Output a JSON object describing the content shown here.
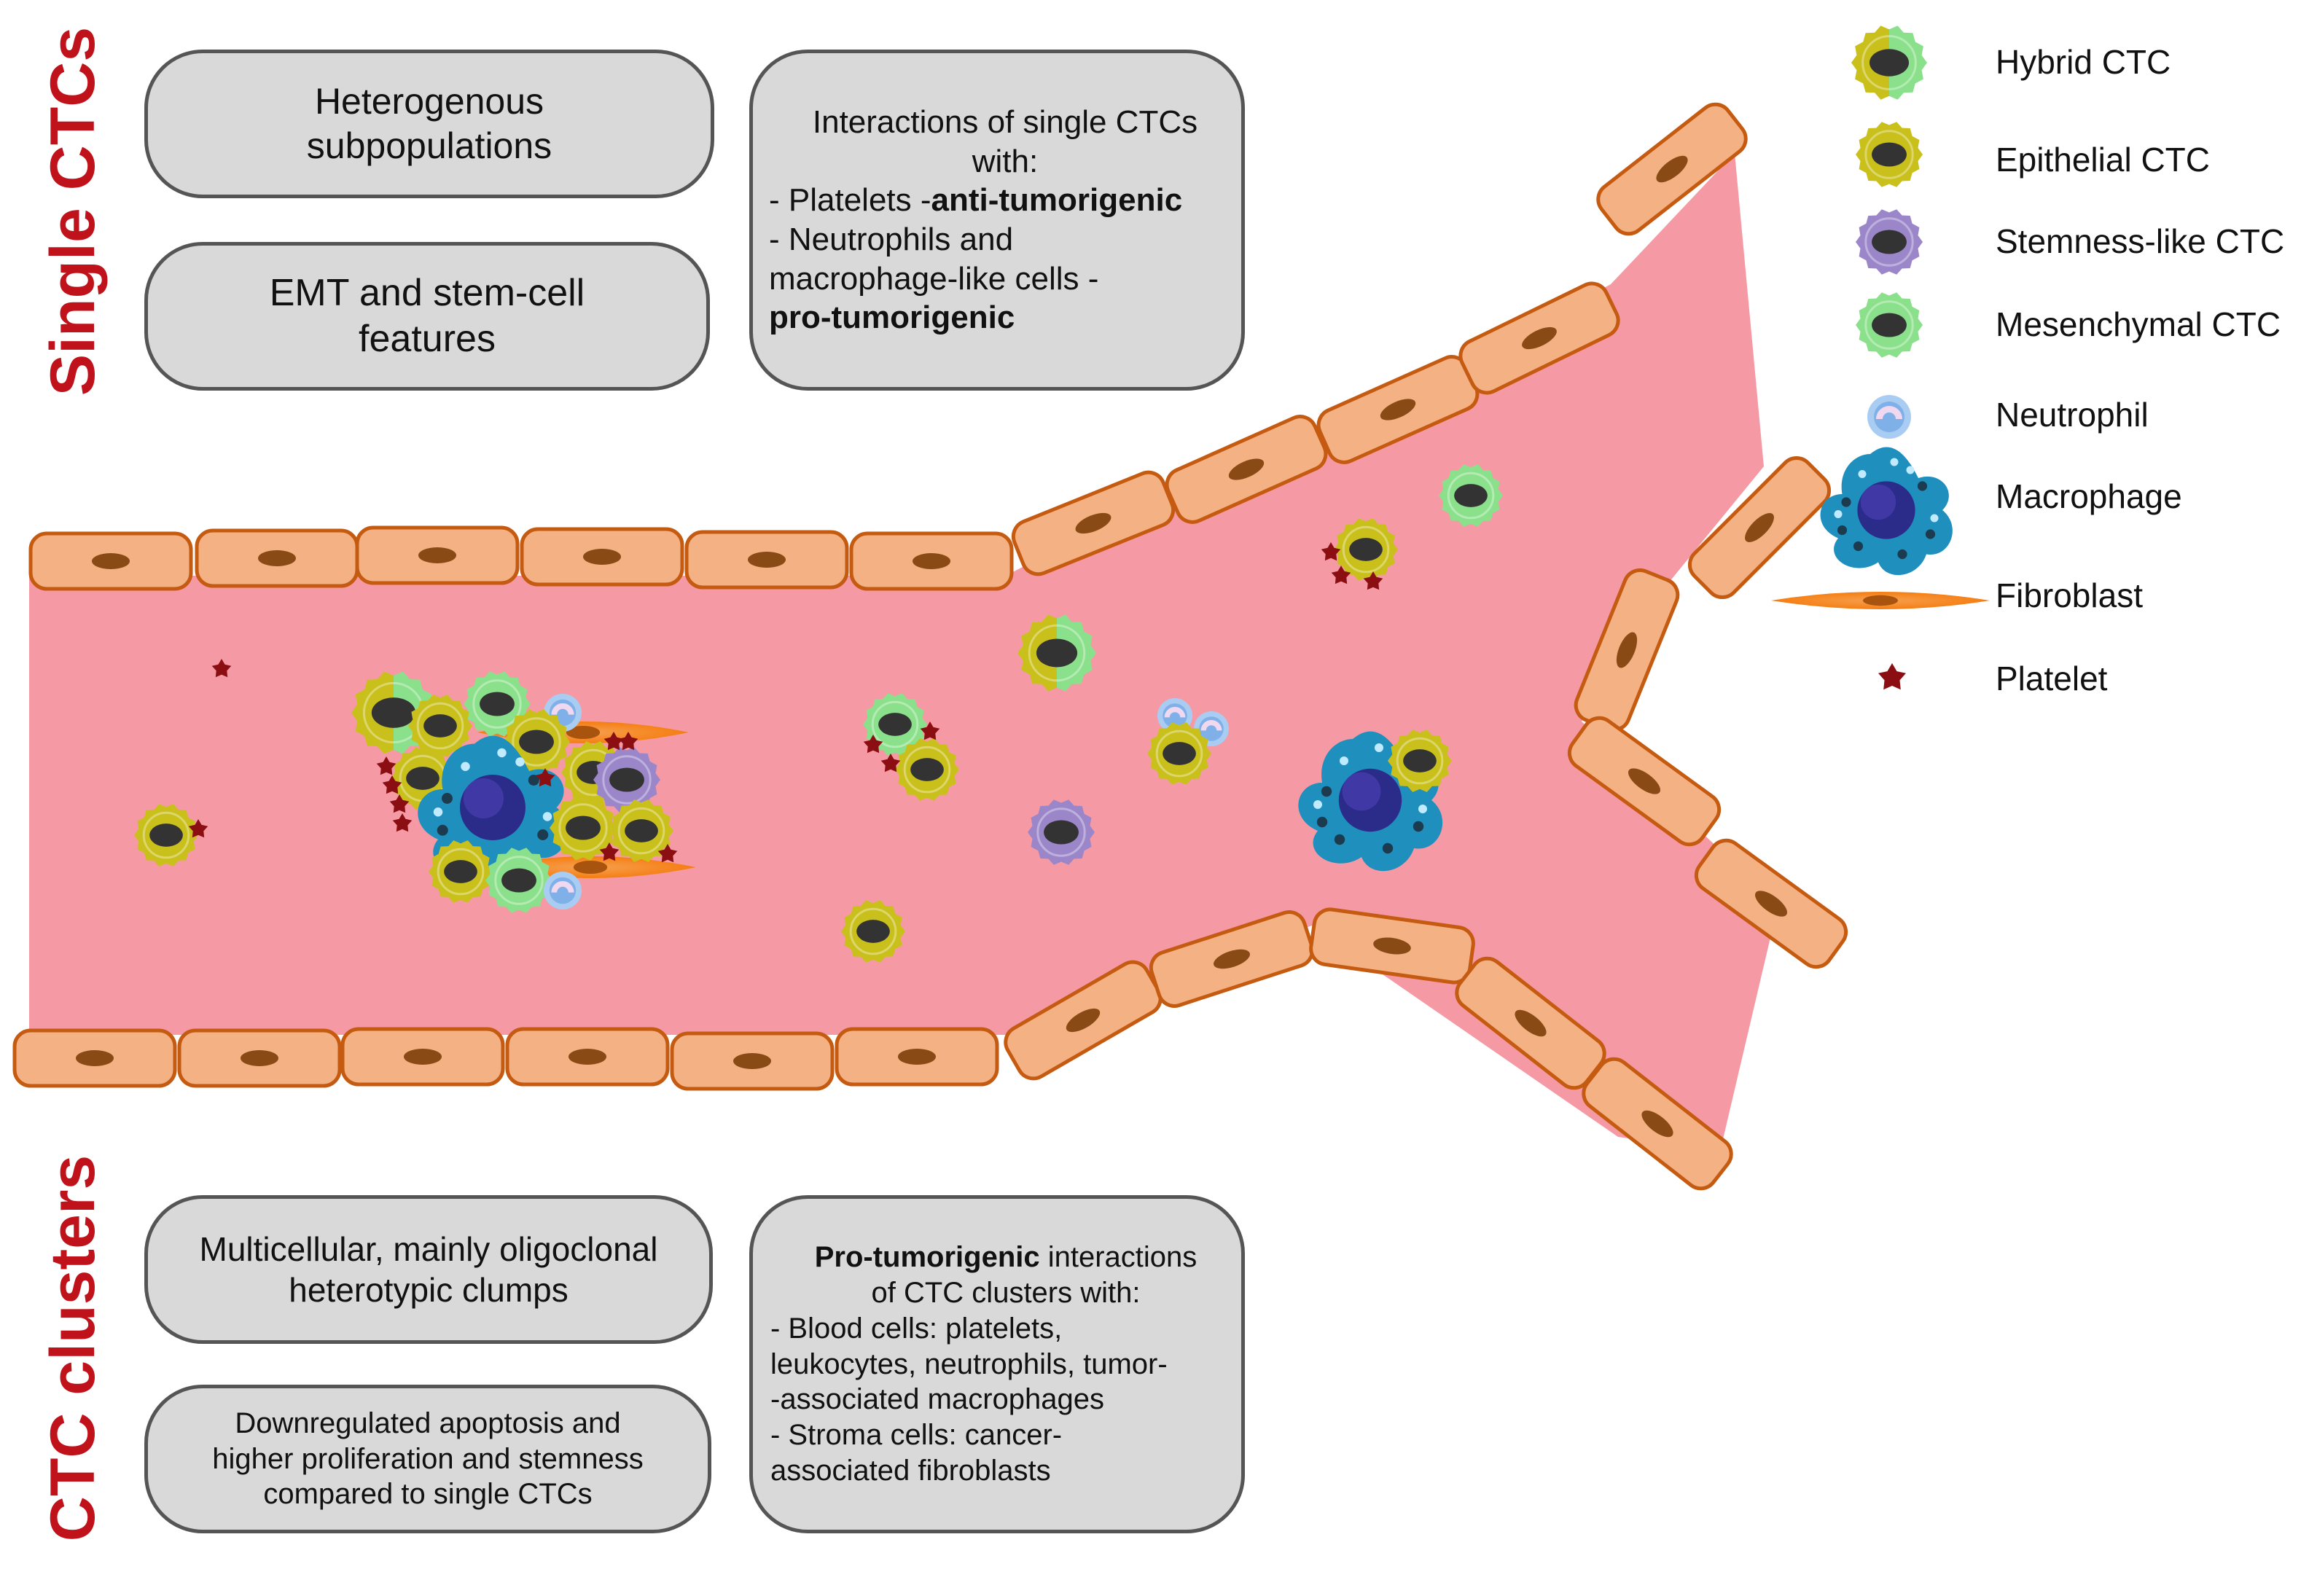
{
  "titles": {
    "single": "Single CTCs",
    "clusters": "CTC clusters"
  },
  "single_boxes": {
    "heterogenous": [
      "Heterogenous",
      "subpopulations"
    ],
    "emt": [
      "EMT and stem-cell",
      "features"
    ],
    "interactions": {
      "line1": "Interactions of single CTCs",
      "line2": "with:",
      "line3_prefix": "- Platelets -",
      "line3_bold": "anti-tumorigenic",
      "line4": "- Neutrophils and",
      "line5": "macrophage-like cells -",
      "line6_bold": "pro-tumorigenic"
    }
  },
  "cluster_boxes": {
    "multicellular": [
      "Multicellular, mainly oligoclonal",
      "heterotypic clumps"
    ],
    "apoptosis": [
      "Downregulated apoptosis and",
      "higher proliferation and stemness",
      "compared to single CTCs"
    ],
    "interactions": {
      "line1_bold": "Pro-tumorigenic",
      "line1_rest": " interactions",
      "line2": "of CTC clusters with:",
      "line3": "- Blood cells: platelets,",
      "line4": "leukocytes, neutrophils, tumor-",
      "line5": "-associated macrophages",
      "line6": "- Stroma cells: cancer-",
      "line7": "associated fibroblasts"
    }
  },
  "legend": [
    {
      "icon": "hybrid-ctc-icon",
      "label": "Hybrid CTC"
    },
    {
      "icon": "epithelial-ctc-icon",
      "label": "Epithelial CTC"
    },
    {
      "icon": "stemness-ctc-icon",
      "label": "Stemness-like CTC"
    },
    {
      "icon": "mesenchymal-ctc-icon",
      "label": "Mesenchymal CTC"
    },
    {
      "icon": "neutrophil-icon",
      "label": "Neutrophil"
    },
    {
      "icon": "macrophage-icon",
      "label": "Macrophage"
    },
    {
      "icon": "fibroblast-icon",
      "label": "Fibroblast"
    },
    {
      "icon": "platelet-icon",
      "label": "Platelet"
    }
  ],
  "colors": {
    "title_red": "#c0121b",
    "vessel_pink": "#f59aa4",
    "endothelial": "#f4b183",
    "endothelial_border": "#c55a11",
    "epithelial": "#c9c01c",
    "mesenchymal": "#8be08b",
    "stemness": "#9b86c9",
    "neutrophil": "#7fb0e8",
    "macrophage": "#1f8fbd",
    "fibroblast": "#f58a1f",
    "platelet": "#8b0f12",
    "box_fill": "#d9d9d9",
    "box_border": "#555555"
  }
}
